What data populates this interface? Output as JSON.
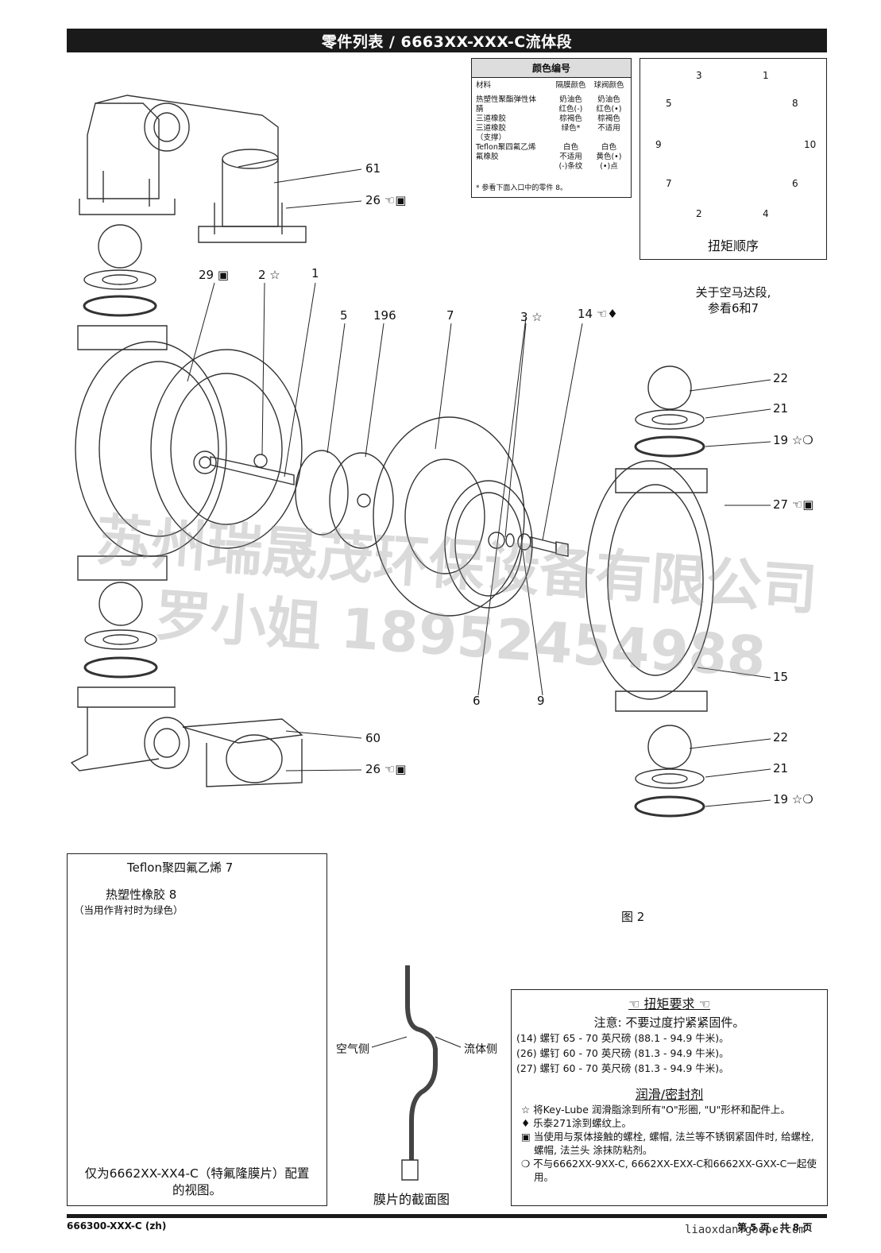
{
  "header": {
    "title": "零件列表 / 6663XX-XXX-C流体段"
  },
  "color_table": {
    "title": "颜色编号",
    "col_material": "材料",
    "col_diaphragm": "隔膜颜色",
    "col_ball": "球阀颜色",
    "rows": [
      {
        "material": "热塑性聚酯弹性体",
        "diaphragm": "奶油色",
        "ball": "奶油色"
      },
      {
        "material": "腈",
        "diaphragm": "红色(-)",
        "ball": "红色(•)"
      },
      {
        "material": "三道橡胶",
        "diaphragm": "棕褐色",
        "ball": "棕褐色"
      },
      {
        "material": "三道橡胶",
        "diaphragm": "绿色*",
        "ball": "不适用"
      },
      {
        "material": "（支撑）",
        "diaphragm": "",
        "ball": ""
      },
      {
        "material": "Teflon聚四氟乙烯",
        "diaphragm": "白色",
        "ball": "白色"
      },
      {
        "material": "氟橡胶",
        "diaphragm": "不适用",
        "ball": "黄色(•)"
      },
      {
        "material": "",
        "diaphragm": "(-)条纹",
        "ball": "(•)点"
      }
    ],
    "note": "* 参看下面入口中的零件 8。"
  },
  "torque_sequence": {
    "caption": "扭矩顺序",
    "numbers": [
      "1",
      "2",
      "3",
      "4",
      "5",
      "6",
      "7",
      "8",
      "9",
      "10"
    ]
  },
  "callouts": {
    "c61": "61",
    "c26a": "26 ☜▣",
    "c29": "29 ▣",
    "c2": "2 ☆",
    "c1": "1",
    "c5": "5",
    "c196": "196",
    "c7": "7",
    "c3": "3 ☆",
    "c14": "14 ☜♦",
    "c22a": "22",
    "c21a": "21",
    "c19a": "19 ☆❍",
    "c27": "27 ☜▣",
    "c15": "15",
    "c6": "6",
    "c9": "9",
    "c60": "60",
    "c26b": "26 ☜▣",
    "c22b": "22",
    "c21b": "21",
    "c19b": "19 ☆❍"
  },
  "air_note": {
    "line1": "关于空马达段,",
    "line2": "参看6和7"
  },
  "figure_label": "图 2",
  "inset": {
    "teflon_label": "Teflon聚四氟乙烯 7",
    "tpe_label": "热塑性橡胶 8",
    "tpe_sub": "（当用作背衬时为绿色）",
    "caption_line1": "仅为6662XX-XX4-C（特氟隆膜片）配置",
    "caption_line2": "的视图。"
  },
  "cross_section": {
    "air_side": "空气侧",
    "fluid_side": "流体侧",
    "caption": "膜片的截面图"
  },
  "specs": {
    "torque_title": "☜ 扭矩要求 ☜",
    "caution": "注意: 不要过度拧紧紧固件。",
    "torque_lines": [
      "(14) 螺钉 65 - 70 英尺磅 (88.1 - 94.9 牛米)。",
      "(26) 螺钉 60 - 70 英尺磅 (81.3 - 94.9 牛米)。",
      "(27) 螺钉 60 - 70 英尺磅 (81.3 - 94.9 牛米)。"
    ],
    "lube_title": "润滑/密封剂",
    "lube_lines": [
      "☆ 将Key-Lube 润滑脂涂到所有\"O\"形圈, \"U\"形杯和配件上。",
      "♦ 乐泰271涂到螺纹上。",
      "▣ 当使用与泵体接触的螺栓, 螺帽, 法兰等不锈钢紧固件时, 给螺栓, 螺帽, 法兰头 涂抹防粘剂。",
      "❍ 不与6662XX-9XX-C, 6662XX-EXX-C和6662XX-GXX-C一起使用。"
    ]
  },
  "footer": {
    "doc_id": "666300-XXX-C (zh)",
    "page": "第 5 页 , 共 8 页",
    "site": "liaoxdan.goepe.com"
  },
  "watermark": {
    "line1": "苏州瑞晟茂环保设备有限公司",
    "line2": "罗小姐 18952454988"
  }
}
